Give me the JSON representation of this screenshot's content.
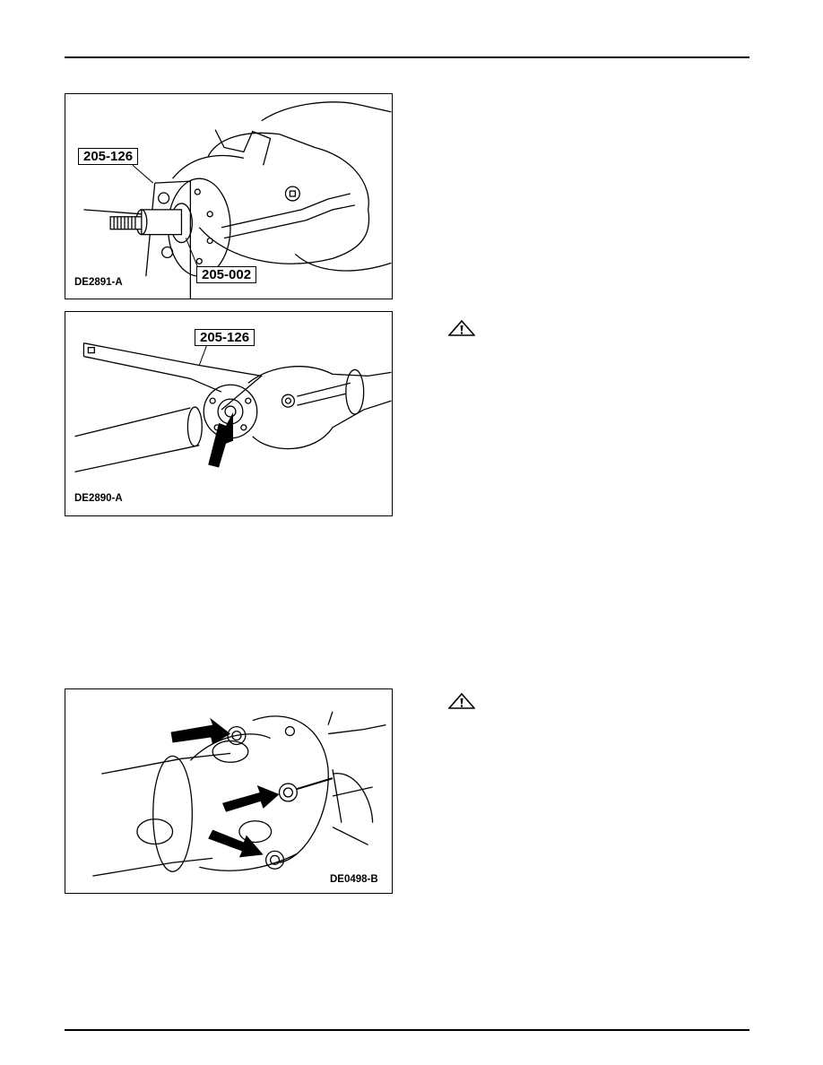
{
  "figures": [
    {
      "id": "DE2891-A",
      "callouts": [
        "205-126",
        "205-002"
      ]
    },
    {
      "id": "DE2890-A",
      "callouts": [
        "205-126"
      ]
    },
    {
      "id": "DE0498-B",
      "callouts": []
    }
  ],
  "icons": [
    "warning-triangle-icon",
    "warning-triangle-icon"
  ]
}
